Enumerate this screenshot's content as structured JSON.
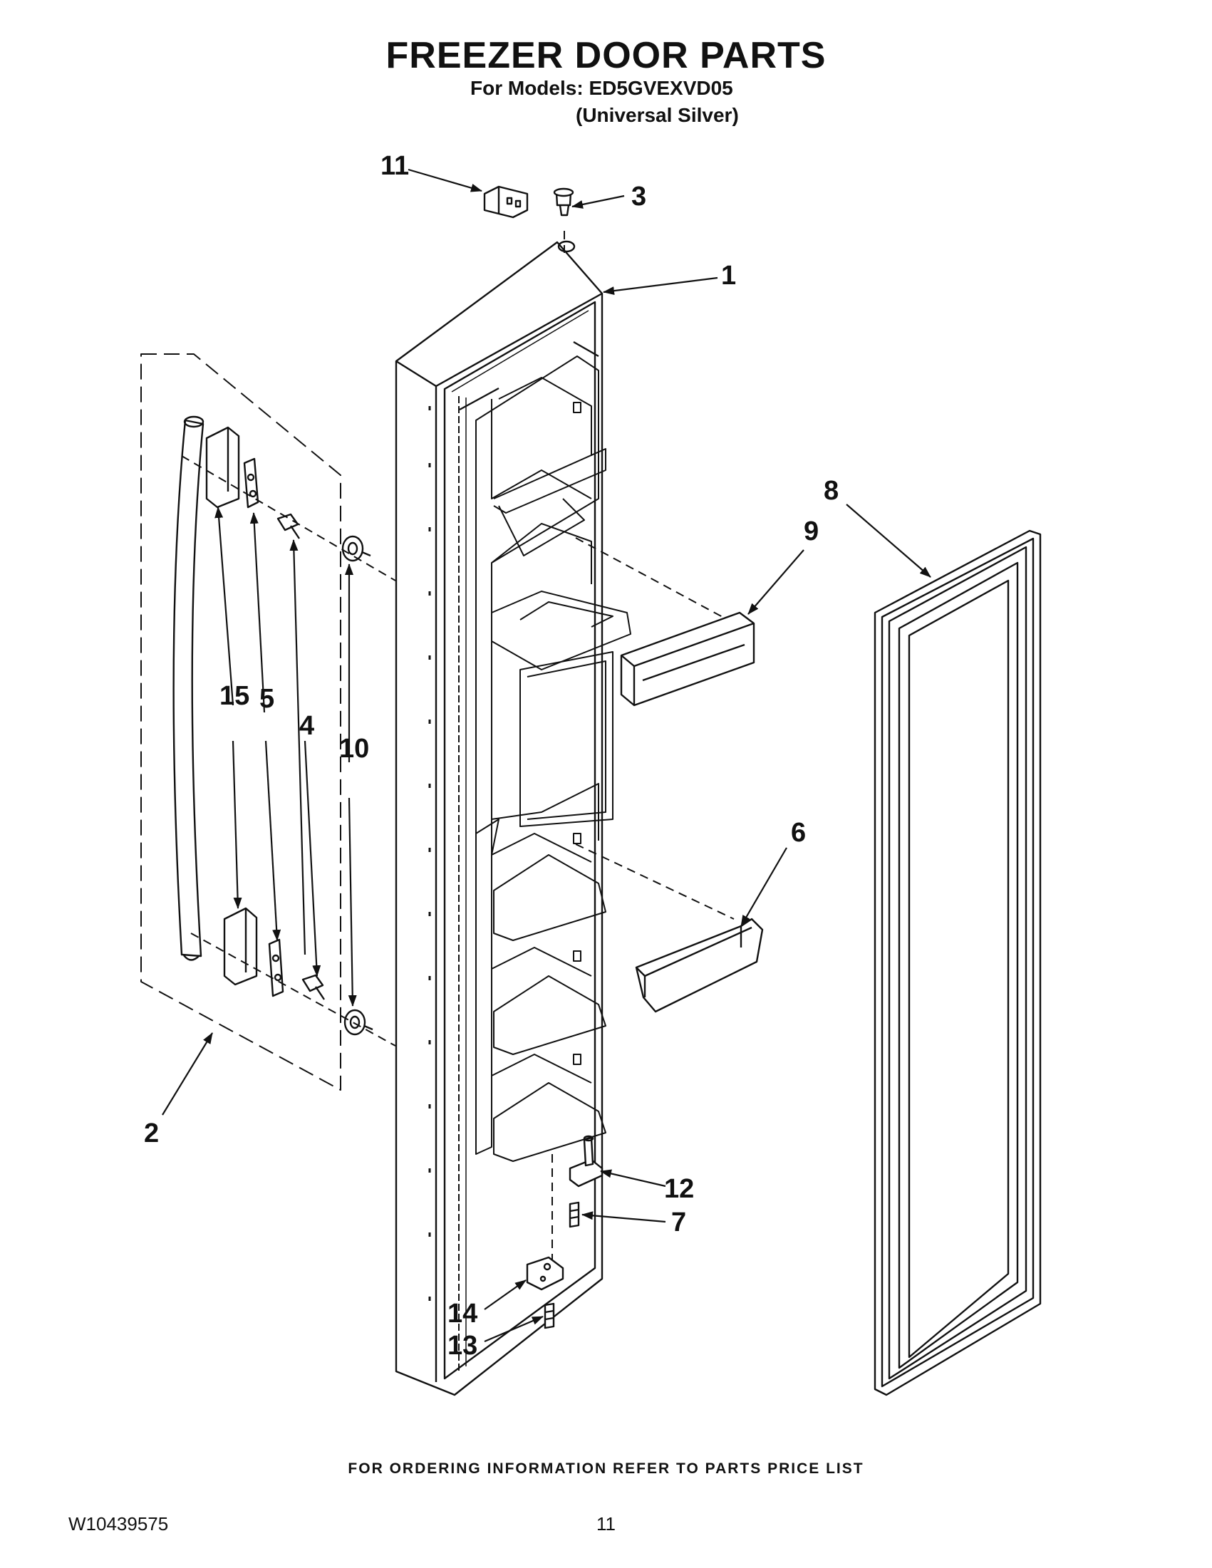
{
  "header": {
    "title": "FREEZER DOOR PARTS",
    "models_line": "For Models: ED5GVEXVD05",
    "variant_line": "(Universal Silver)"
  },
  "callouts": [
    "1",
    "2",
    "3",
    "4",
    "5",
    "6",
    "7",
    "8",
    "9",
    "10",
    "11",
    "12",
    "13",
    "14",
    "15"
  ],
  "footer": {
    "ordering_info": "FOR ORDERING INFORMATION REFER TO PARTS PRICE LIST",
    "doc_number": "W10439575",
    "page_number": "11"
  }
}
